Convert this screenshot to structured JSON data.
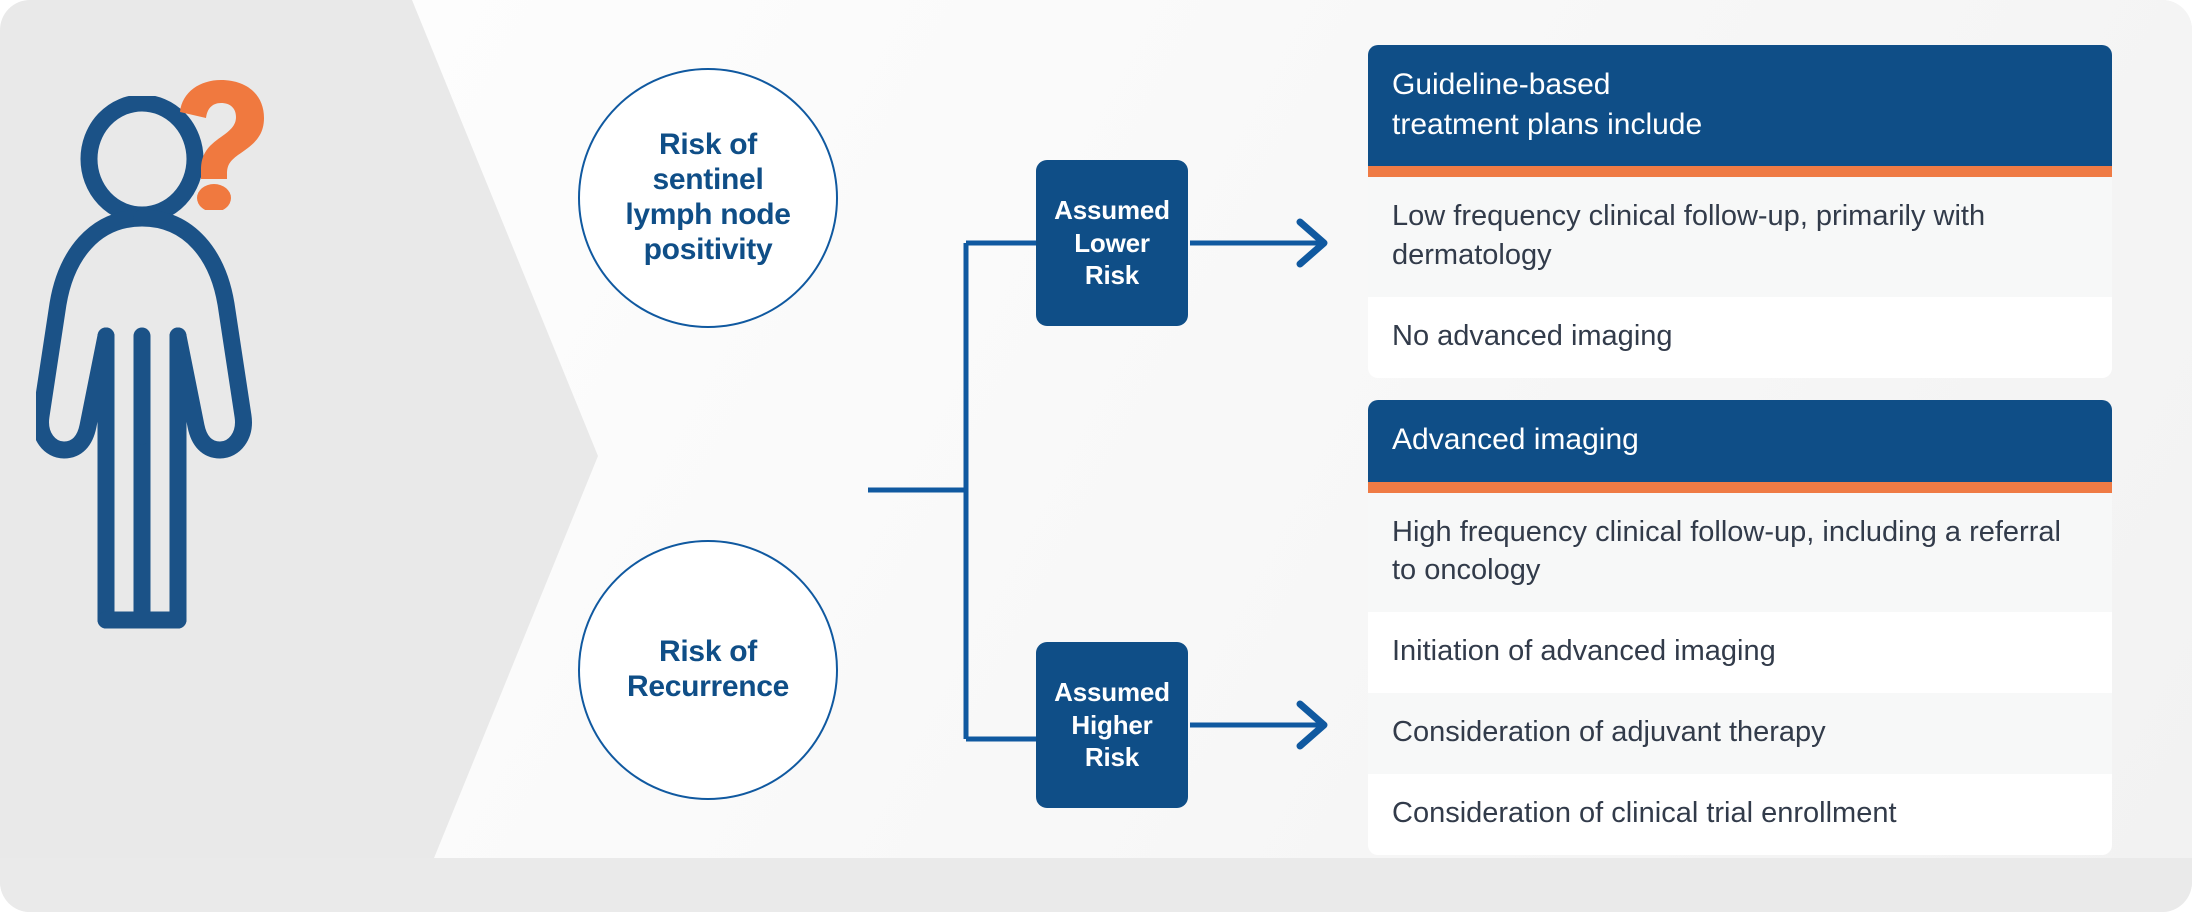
{
  "colors": {
    "brand_blue": "#0f4e87",
    "accent_orange": "#ef7b45",
    "panel_gray": "#e9e9e9",
    "body_text": "#323b4a"
  },
  "left_panel": {
    "icon_name": "person-with-question-mark",
    "person_icon": "standing-person-outline-icon",
    "question_icon": "question-mark-icon"
  },
  "risk_circles": [
    {
      "id": "sentinel-lymph-node-positivity",
      "lines": [
        "Risk of",
        "sentinel",
        "lymph node",
        "positivity"
      ]
    },
    {
      "id": "recurrence",
      "lines": [
        "Risk of",
        "Recurrence"
      ]
    }
  ],
  "assumed_boxes": [
    {
      "id": "assumed-lower-risk",
      "lines": [
        "Assumed",
        "Lower",
        "Risk"
      ]
    },
    {
      "id": "assumed-higher-risk",
      "lines": [
        "Assumed",
        "Higher",
        "Risk"
      ]
    }
  ],
  "cards": [
    {
      "id": "guideline-based",
      "header_lines": [
        "Guideline-based",
        "treatment plans include"
      ],
      "rows": [
        "Low frequency clinical follow-up, primarily with dermatology",
        "No advanced imaging"
      ]
    },
    {
      "id": "advanced-imaging",
      "header_lines": [
        "Advanced imaging"
      ],
      "rows": [
        "High frequency clinical follow-up, including a referral to oncology",
        "Initiation of advanced imaging",
        "Consideration of adjuvant therapy",
        "Consideration of clinical trial enrollment"
      ]
    }
  ],
  "connectors": {
    "arrow_icon": "arrow-right-icon",
    "branch_icon": "branch-connector-icon"
  }
}
